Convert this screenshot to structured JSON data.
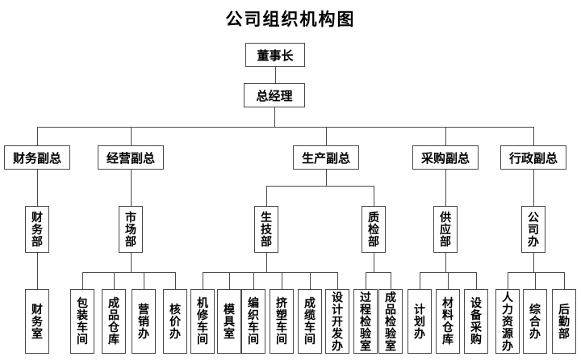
{
  "title": "公司组织机构图",
  "org": {
    "chairman": "董事长",
    "general_manager": "总经理",
    "branches": [
      {
        "vp": "财务副总",
        "departments": [
          {
            "name": "财务部",
            "units": [
              "财务室"
            ]
          }
        ]
      },
      {
        "vp": "经营副总",
        "departments": [
          {
            "name": "市场部",
            "units": [
              "包装车间",
              "成品仓库",
              "营销办",
              "核价办"
            ]
          }
        ]
      },
      {
        "vp": "生产副总",
        "departments": [
          {
            "name": "生技部",
            "units": [
              "机修车间",
              "模具室",
              "编织车间",
              "挤塑车间",
              "成缆车间",
              "设计开发办"
            ]
          },
          {
            "name": "质检部",
            "units": [
              "过程检验室",
              "成品检验室"
            ]
          }
        ]
      },
      {
        "vp": "采购副总",
        "departments": [
          {
            "name": "供应部",
            "units": [
              "计划办",
              "材料仓库",
              "设备采购"
            ]
          }
        ]
      },
      {
        "vp": "行政副总",
        "departments": [
          {
            "name": "公司办",
            "units": [
              "人力资源办",
              "综合办",
              "后勤部"
            ]
          }
        ]
      }
    ]
  },
  "colors": {
    "background": "#ffffff",
    "line": "#4a4a4a",
    "box_border": "#4a4a4a",
    "text": "#000000"
  }
}
